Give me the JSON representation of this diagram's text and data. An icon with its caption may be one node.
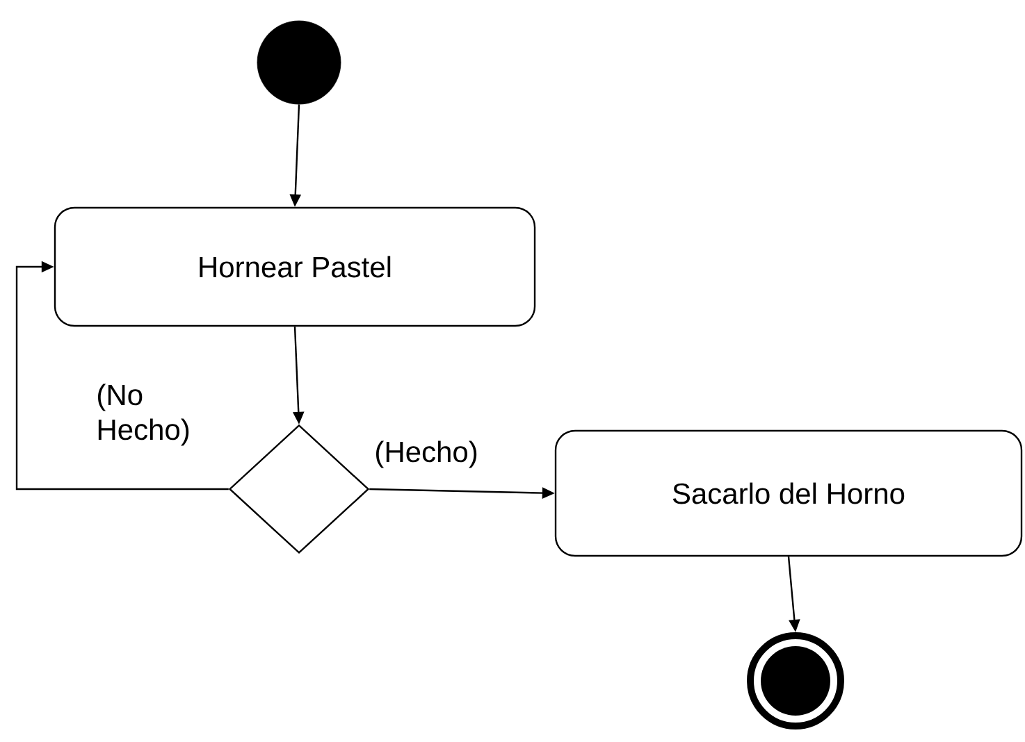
{
  "diagram": {
    "nodes": [
      {
        "text": [],
        "shape": "circle"
      },
      {
        "text": [
          "Hornear Pastel"
        ]
      },
      {
        "text": [],
        "shape": "diamond"
      },
      {
        "text": [
          "Sacarlo del Horno"
        ]
      },
      {
        "text": [],
        "shape": "circle"
      }
    ],
    "edges": [
      {
        "from": 0,
        "to": 1,
        "arrow": "to"
      },
      {
        "from": 1,
        "to": 2,
        "arrow": "to"
      },
      {
        "from": 2,
        "to": 3,
        "arrow": "to",
        "label": "(Hecho)"
      },
      {
        "from": 2,
        "to": 1,
        "arrow": "to",
        "label": "(No Hecho)"
      },
      {
        "from": 3,
        "to": 4,
        "arrow": "to"
      }
    ]
  }
}
